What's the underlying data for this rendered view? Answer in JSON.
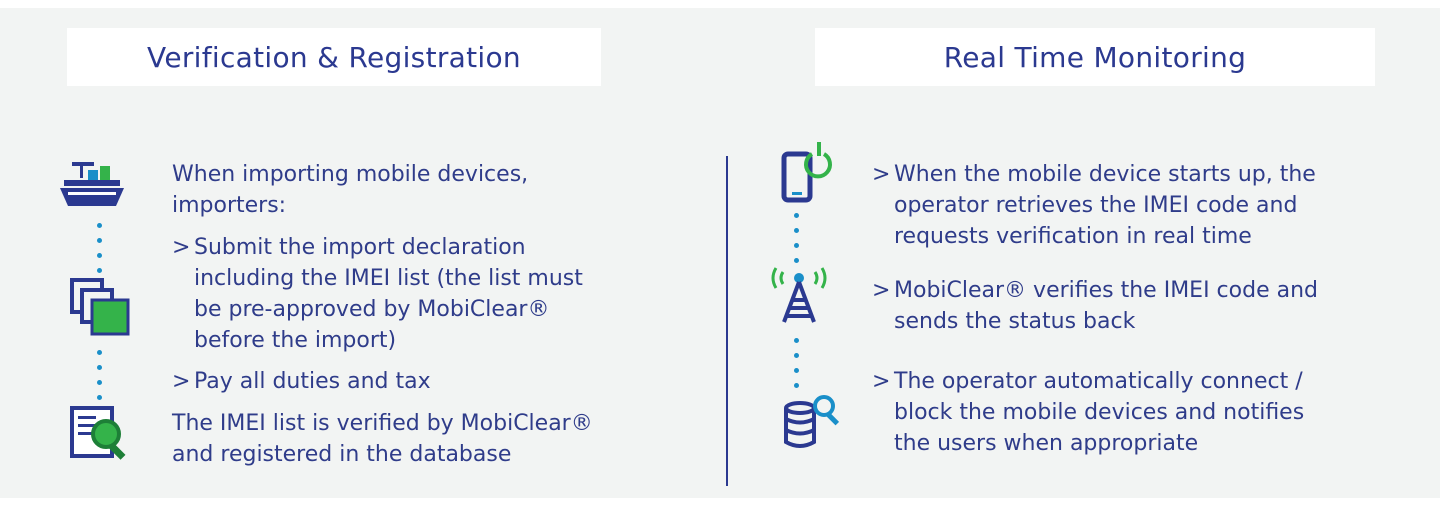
{
  "left": {
    "title": "Verification & Registration",
    "intro": [
      "When importing mobile devices,",
      "importers:"
    ],
    "bullet_mark": ">",
    "bullets": [
      [
        "Submit the import declaration",
        "including the IMEI list (the list must",
        "be pre-approved by MobiClear®",
        "before the import)"
      ],
      [
        "Pay all duties and tax"
      ]
    ],
    "outro": [
      "The IMEI list is verified by MobiClear®",
      "and registered in the database"
    ],
    "icons": [
      "cargo-ship-icon",
      "folders-icon",
      "document-search-icon"
    ]
  },
  "right": {
    "title": "Real Time Monitoring",
    "bullet_mark": ">",
    "bullets": [
      [
        "When the mobile device starts up, the",
        "operator retrieves the IMEI code and",
        "requests verification in real time"
      ],
      [
        "MobiClear® verifies the IMEI code and",
        "sends the status back"
      ],
      [
        "The operator automatically connect /",
        "block the mobile devices and notifies",
        "the users when appropriate"
      ]
    ],
    "icons": [
      "phone-power-icon",
      "cell-tower-icon",
      "database-search-icon"
    ]
  },
  "colors": {
    "navy": "#2b3990",
    "teal": "#1a8fc9",
    "green": "#34b34a",
    "panel_bg": "#f2f4f3"
  }
}
